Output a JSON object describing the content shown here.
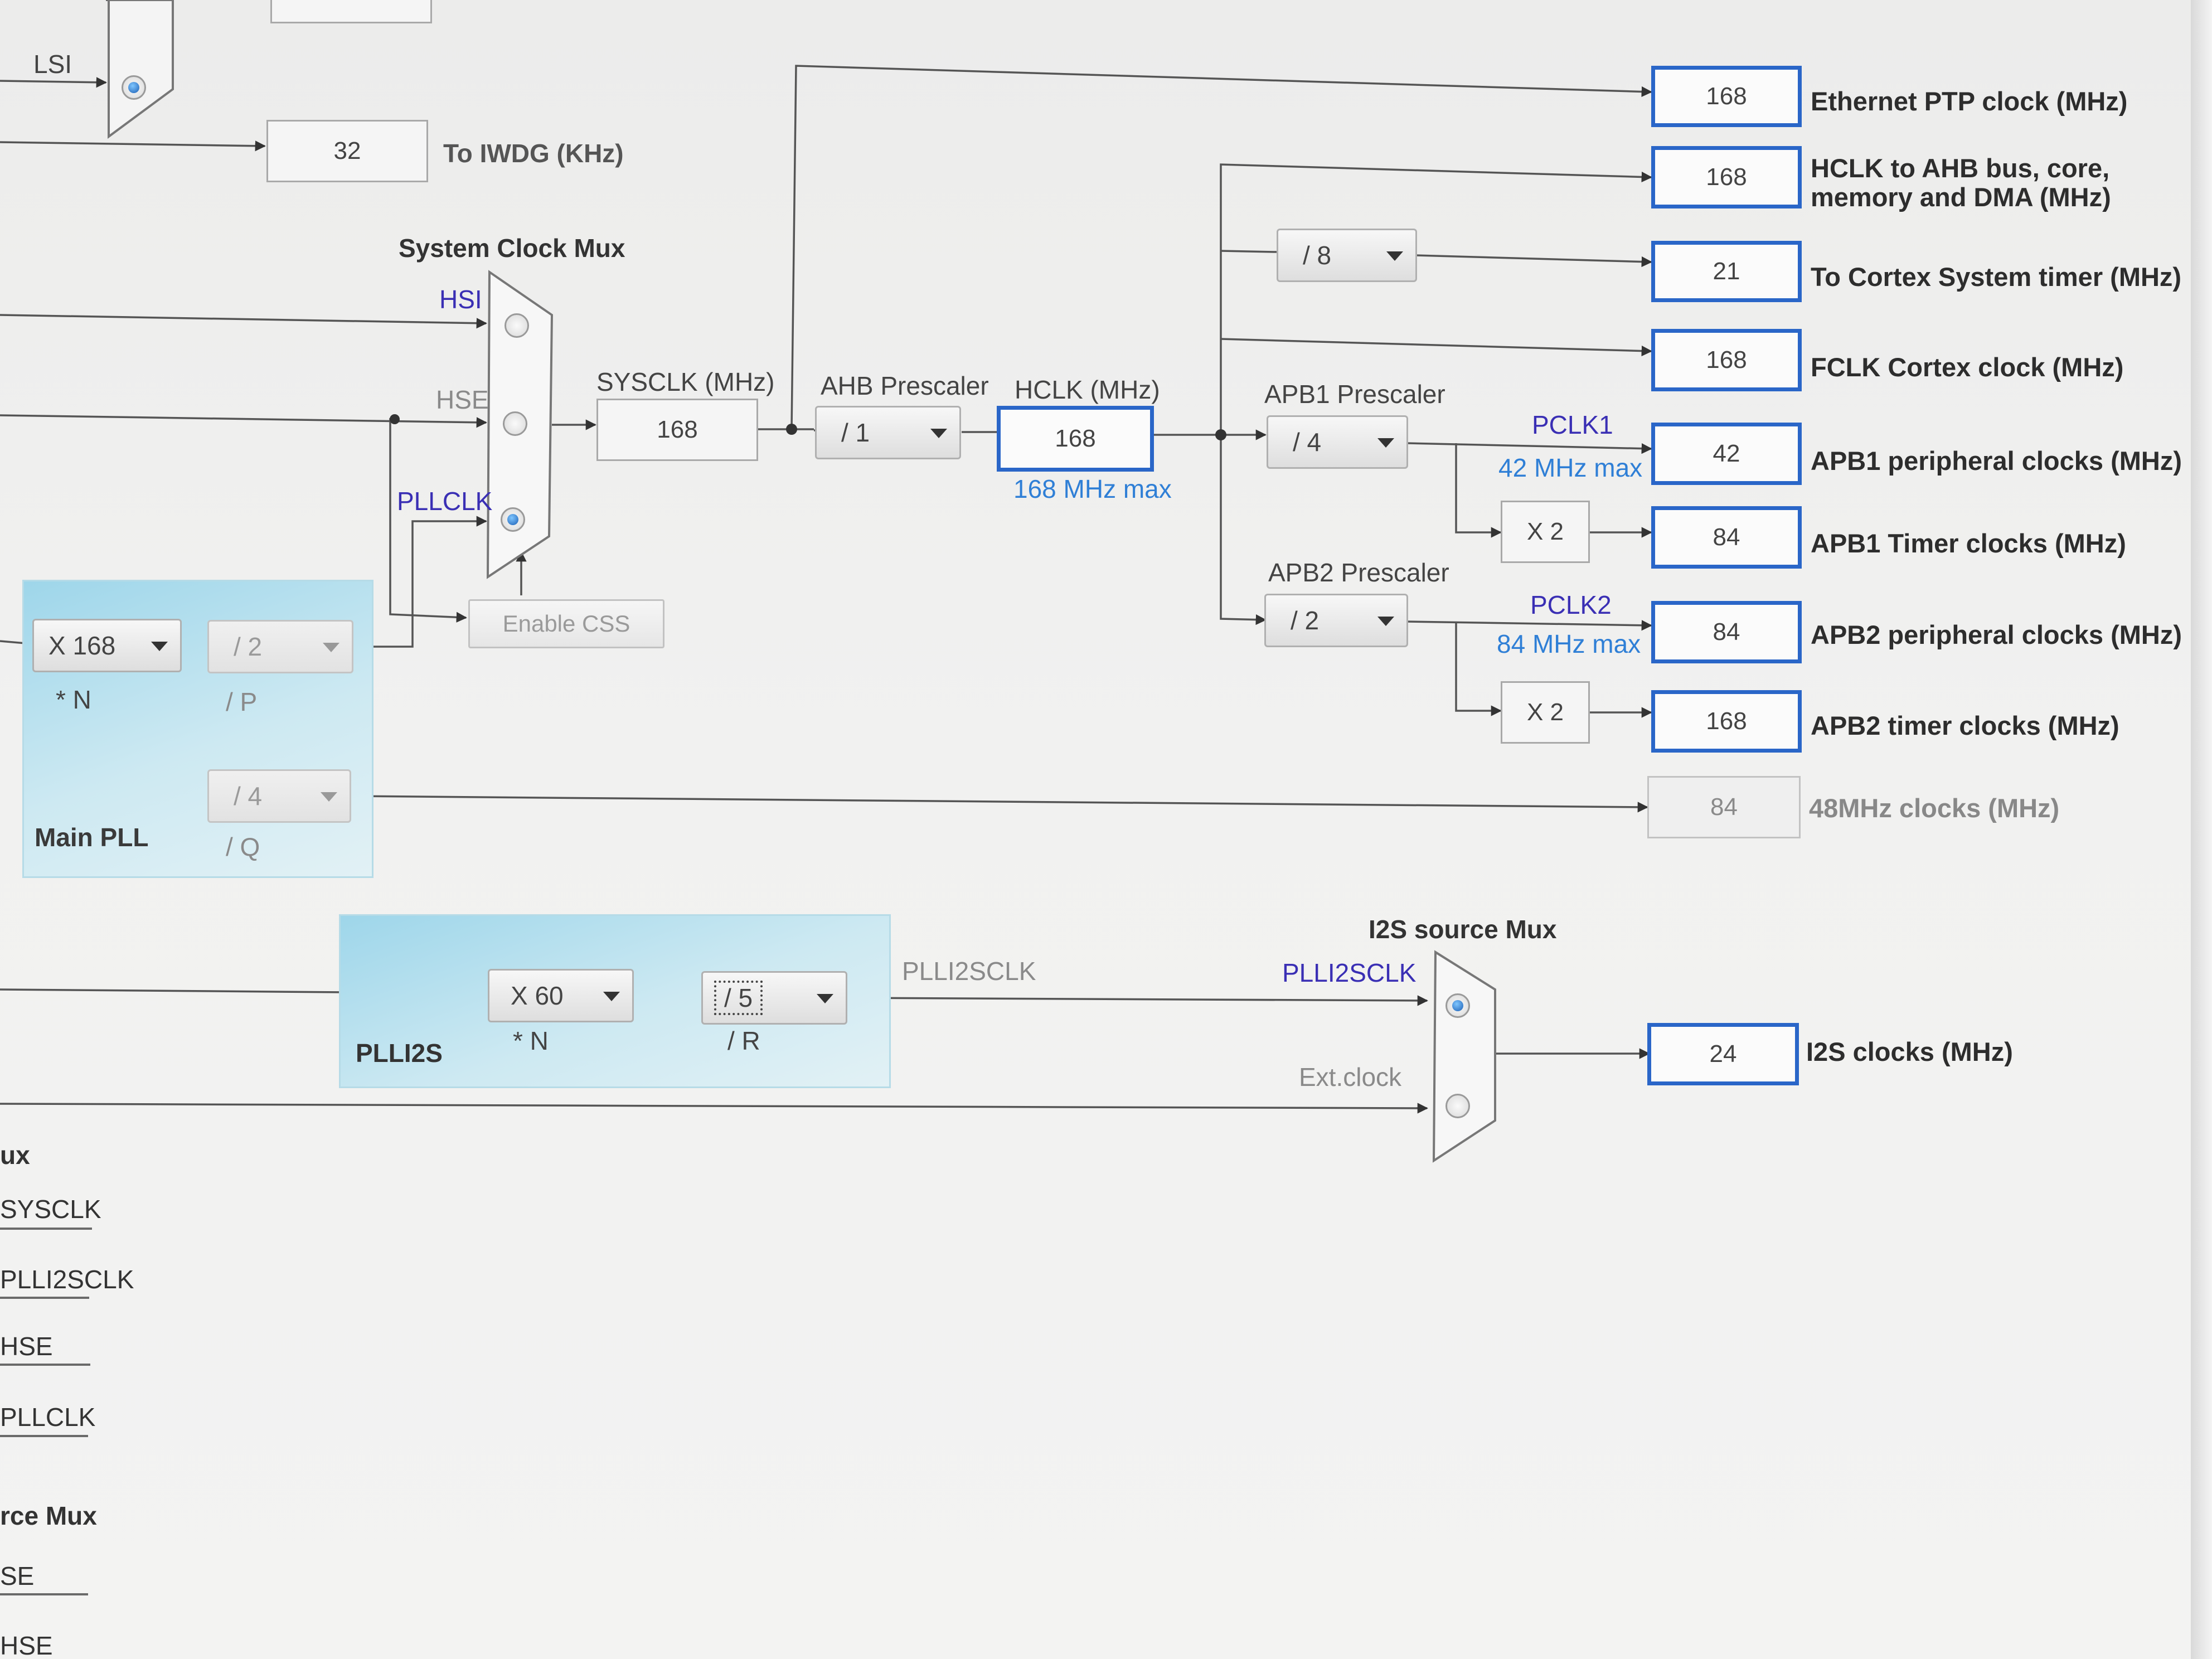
{
  "top": {
    "lsi_label": "LSI",
    "iwdg_value": "32",
    "iwdg_label": "To IWDG (KHz)"
  },
  "sysmux": {
    "title": "System Clock Mux",
    "hsi": "HSI",
    "hse": "HSE",
    "pllclk": "PLLCLK",
    "enable_css": "Enable CSS"
  },
  "sysclk": {
    "label": "SYSCLK (MHz)",
    "value": "168"
  },
  "ahb": {
    "label": "AHB Prescaler",
    "value": "/ 1"
  },
  "hclk": {
    "label": "HCLK (MHz)",
    "value": "168",
    "max": "168 MHz max"
  },
  "systick_div": "/ 8",
  "apb1": {
    "label": "APB1 Prescaler",
    "value": "/ 4",
    "pclk": "PCLK1",
    "max": "42 MHz max",
    "mult": "X 2"
  },
  "apb2": {
    "label": "APB2 Prescaler",
    "value": "/ 2",
    "pclk": "PCLK2",
    "max": "84 MHz max",
    "mult": "X 2"
  },
  "mainpll": {
    "title": "Main PLL",
    "n_value": "X 168",
    "n_label": "* N",
    "p_value": "/ 2",
    "p_label": "/ P",
    "q_value": "/ 4",
    "q_label": "/ Q"
  },
  "plli2s": {
    "title": "PLLI2S",
    "n_value": "X 60",
    "n_label": "* N",
    "r_value": "/ 5",
    "r_label": "/ R",
    "out_label": "PLLI2SCLK"
  },
  "i2smux": {
    "title": "I2S source Mux",
    "plli2sclk": "PLLI2SCLK",
    "ext": "Ext.clock"
  },
  "outputs": [
    {
      "value": "168",
      "label": "Ethernet PTP clock (MHz)"
    },
    {
      "value": "168",
      "label": "HCLK to AHB bus, core,",
      "label2": "memory and DMA (MHz)"
    },
    {
      "value": "21",
      "label": "To Cortex System timer (MHz)"
    },
    {
      "value": "168",
      "label": "FCLK Cortex clock (MHz)"
    },
    {
      "value": "42",
      "label": "APB1 peripheral clocks (MHz)"
    },
    {
      "value": "84",
      "label": "APB1 Timer clocks (MHz)"
    },
    {
      "value": "84",
      "label": "APB2 peripheral clocks (MHz)"
    },
    {
      "value": "168",
      "label": "APB2 timer clocks (MHz)"
    },
    {
      "value": "84",
      "label": "48MHz clocks (MHz)"
    },
    {
      "value": "24",
      "label": "I2S clocks (MHz)"
    }
  ],
  "sidebar": {
    "mux_title": "ux",
    "items": [
      "SYSCLK",
      "PLLI2SCLK",
      "HSE",
      "PLLCLK"
    ],
    "source_title": "rce Mux",
    "items2": [
      "SE",
      "HSE"
    ]
  }
}
